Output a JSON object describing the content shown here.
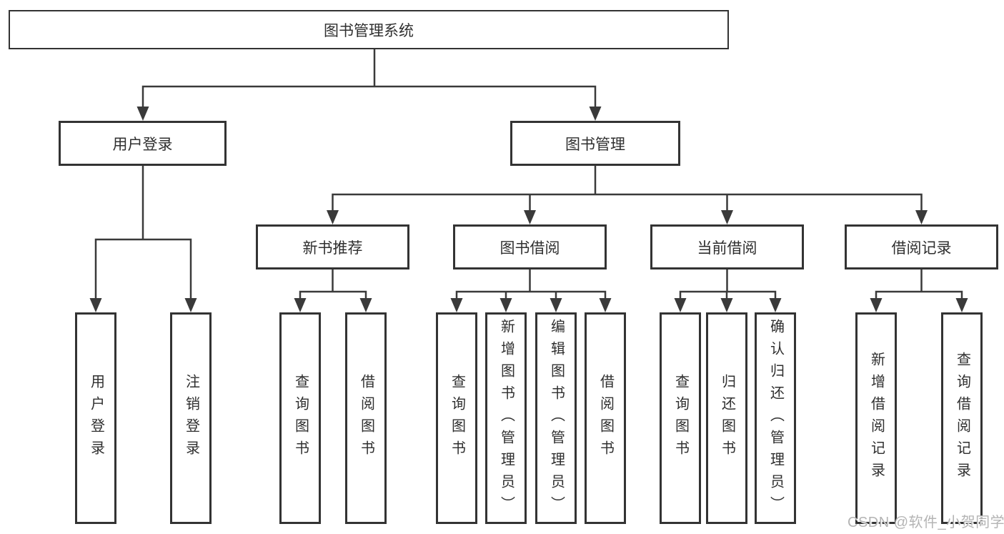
{
  "diagram_type": "hierarchy-tree",
  "tree": {
    "label": "图书管理系统",
    "children": [
      {
        "label": "用户登录",
        "children": [
          {
            "label": "用户登录"
          },
          {
            "label": "注销登录"
          }
        ]
      },
      {
        "label": "图书管理",
        "children": [
          {
            "label": "新书推荐",
            "children": [
              {
                "label": "查询图书"
              },
              {
                "label": "借阅图书"
              }
            ]
          },
          {
            "label": "图书借阅",
            "children": [
              {
                "label": "查询图书"
              },
              {
                "label": "新增图书（管理员）"
              },
              {
                "label": "编辑图书（管理员）"
              },
              {
                "label": "借阅图书"
              }
            ]
          },
          {
            "label": "当前借阅",
            "children": [
              {
                "label": "查询图书"
              },
              {
                "label": "归还图书"
              },
              {
                "label": "确认归还（管理员）"
              }
            ]
          },
          {
            "label": "借阅记录",
            "children": [
              {
                "label": "新增借阅记录"
              },
              {
                "label": "查询借阅记录"
              }
            ]
          }
        ]
      }
    ]
  },
  "watermark": {
    "text": "CSDN @软件_小贺同学"
  },
  "colors": {
    "line": "#3a3a3a",
    "box_border": "#333333",
    "text": "#2f2f2f",
    "watermark": "#b4b4b4",
    "background": "#ffffff"
  }
}
